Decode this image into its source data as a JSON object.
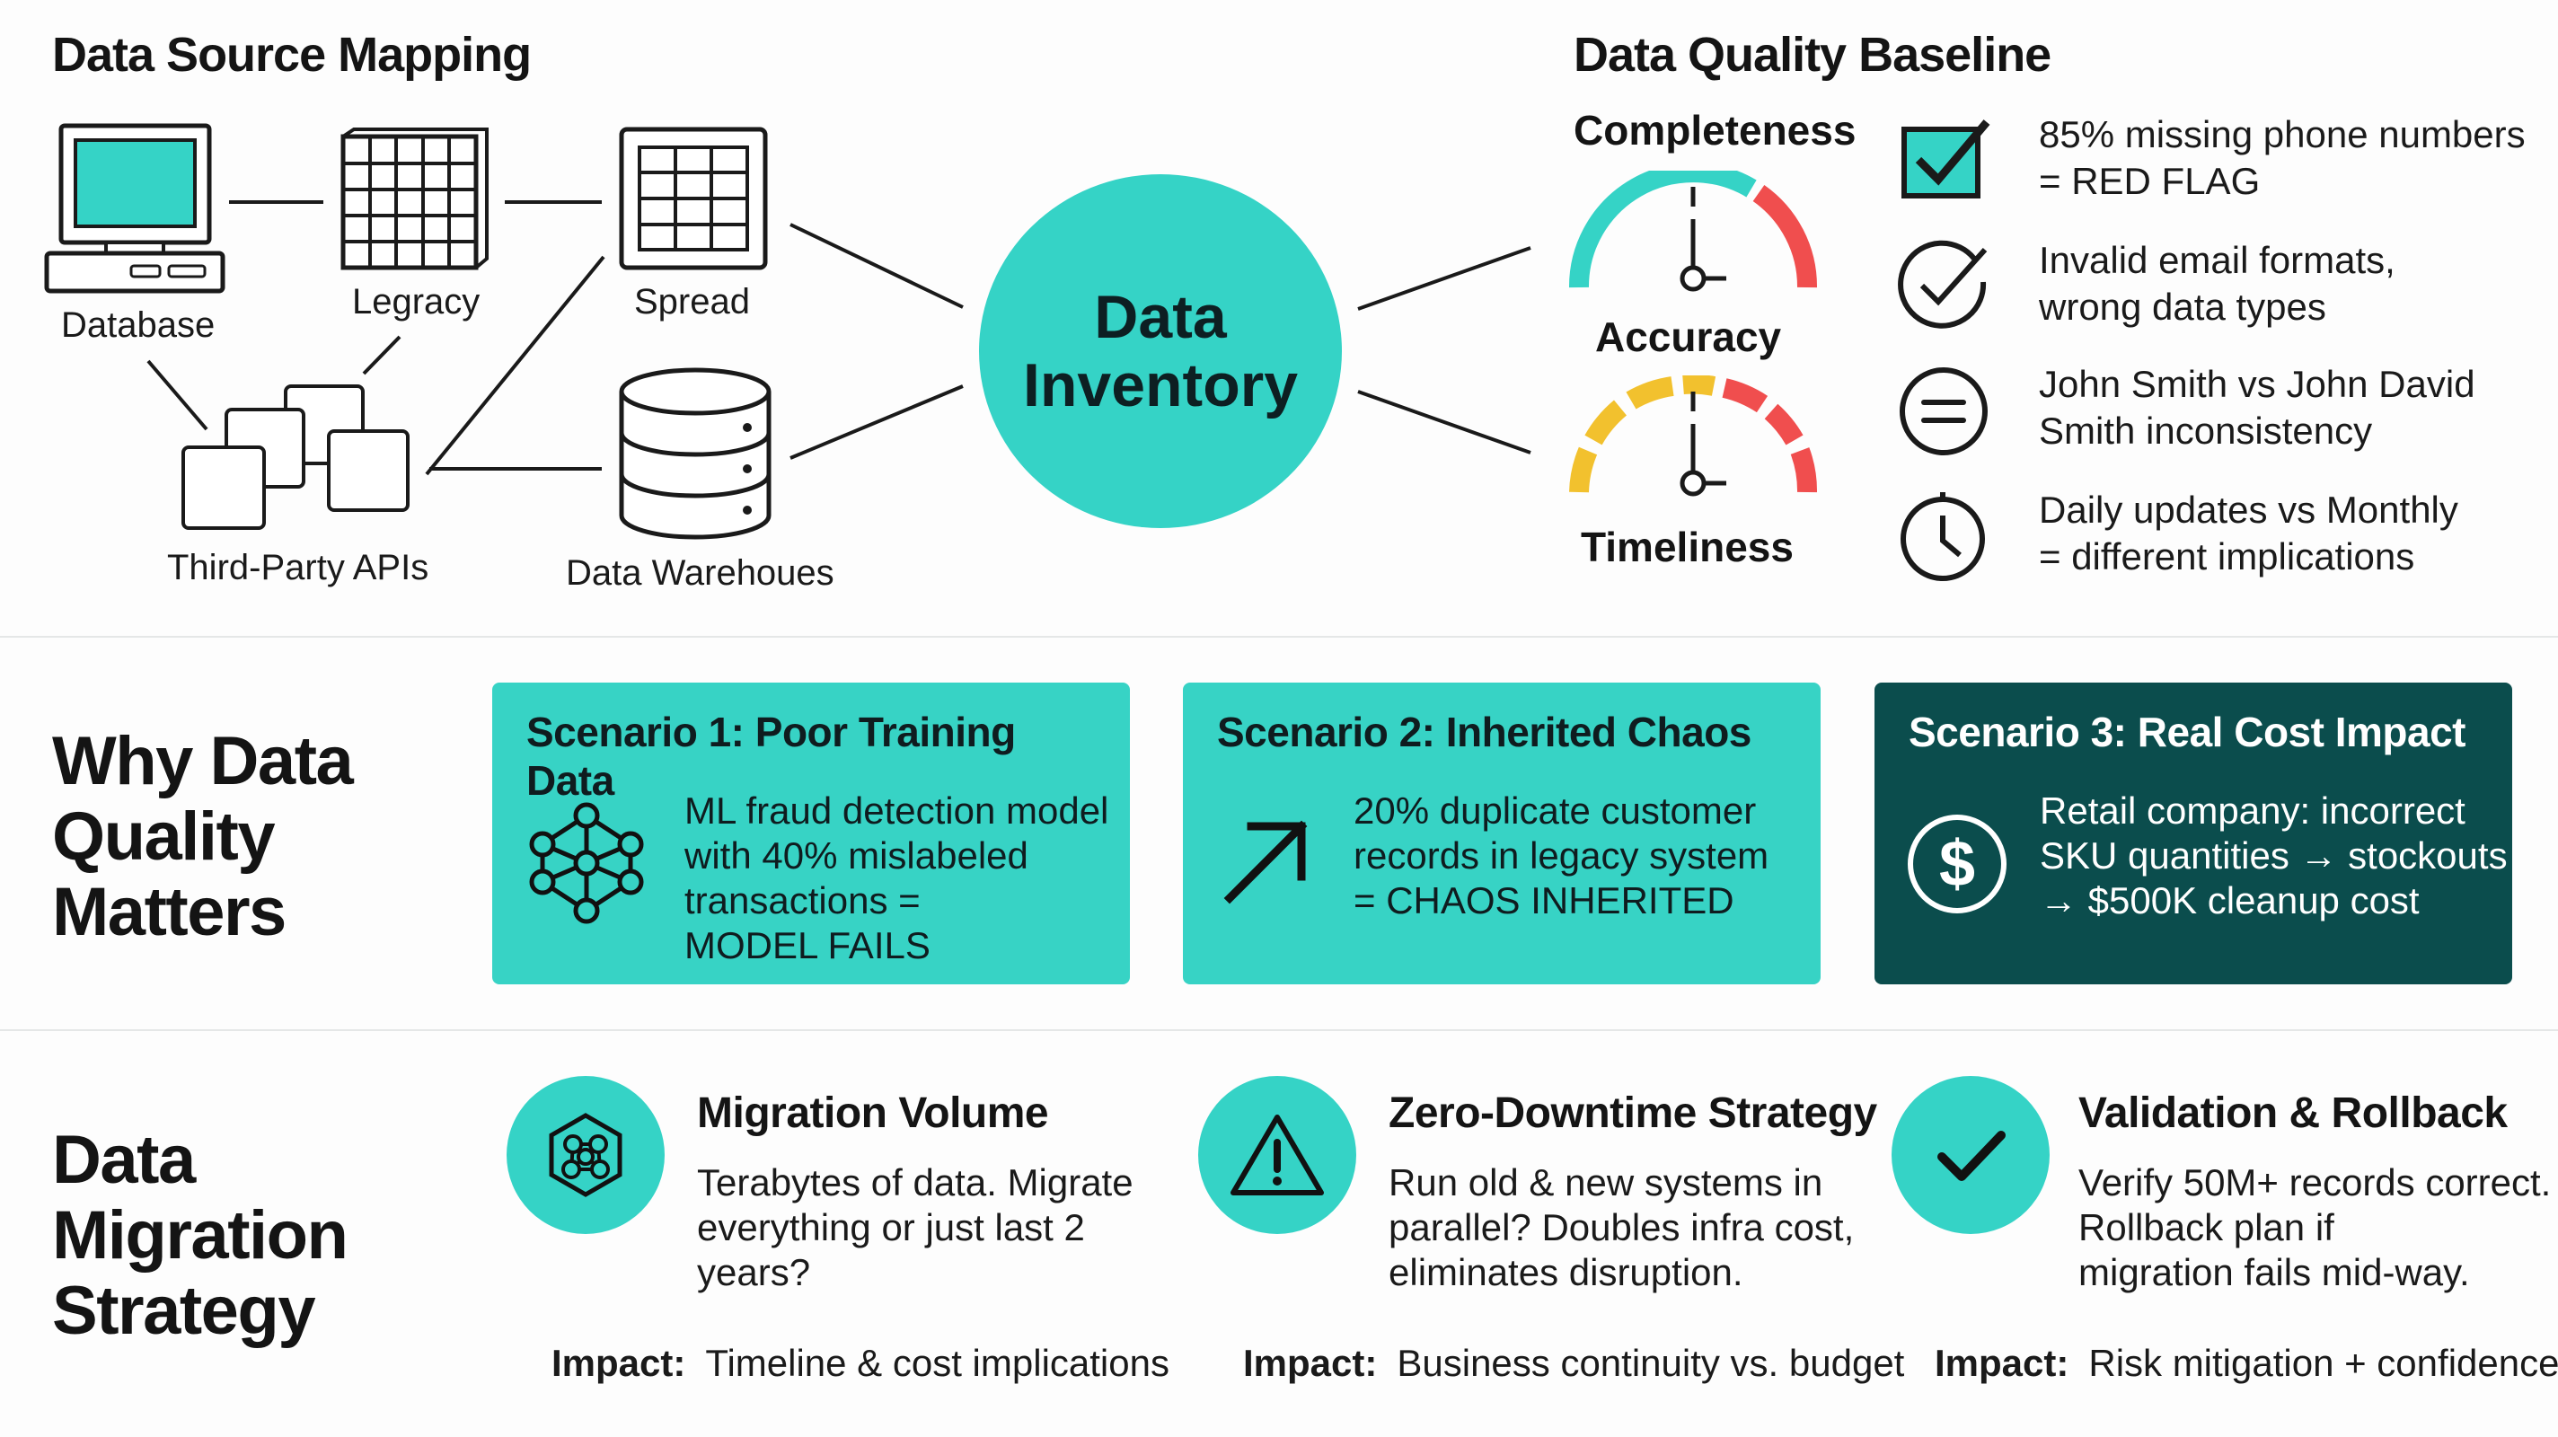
{
  "source_mapping": {
    "title": "Data Source Mapping",
    "nodes": {
      "database": "Database",
      "legacy": "Legracy",
      "spread": "Spread",
      "apis": "Third-Party APIs",
      "warehouse": "Data Warehoues"
    },
    "hub": {
      "line1": "Data",
      "line2": "Inventory"
    }
  },
  "quality_baseline": {
    "title": "Data Quality Baseline",
    "gauges": {
      "completeness": "Completeness",
      "accuracy": "Accuracy",
      "timeliness": "Timeliness"
    },
    "items": [
      {
        "icon": "checkbox-icon",
        "line1": "85% missing phone numbers",
        "line2": "= RED FLAG"
      },
      {
        "icon": "check-circle-icon",
        "line1": "Invalid email formats,",
        "line2": "wrong data types"
      },
      {
        "icon": "equals-circle-icon",
        "line1": "John Smith vs John David",
        "line2": "Smith inconsistency"
      },
      {
        "icon": "clock-icon",
        "line1": "Daily updates vs Monthly",
        "line2": "= different implications"
      }
    ]
  },
  "why_quality": {
    "title": {
      "l1": "Why Data",
      "l2": "Quality",
      "l3": "Matters"
    },
    "scenarios": [
      {
        "title": "Scenario 1: Poor Training Data",
        "icon": "neural-network-icon",
        "lines": [
          "ML fraud detection model",
          "with 40% mislabeled",
          "transactions =",
          "MODEL FAILS"
        ]
      },
      {
        "title": "Scenario 2: Inherited Chaos",
        "icon": "arrow-up-right-icon",
        "lines": [
          "20% duplicate customer",
          "records in legacy system",
          "= CHAOS INHERITED"
        ]
      },
      {
        "title": "Scenario 3: Real Cost Impact",
        "icon": "dollar-circle-icon",
        "lines": [
          "Retail company: incorrect",
          "SKU quantities → stockouts",
          "→ $500K cleanup cost"
        ]
      }
    ]
  },
  "migration": {
    "title": {
      "l1": "Data",
      "l2": "Migration",
      "l3": "Strategy"
    },
    "impact_label": "Impact:",
    "items": [
      {
        "title": "Migration Volume",
        "icon": "hexagon-network-icon",
        "lines": [
          "Terabytes of data. Migrate",
          "everything or just last 2",
          "years?"
        ],
        "impact": "Timeline & cost implications"
      },
      {
        "title": "Zero-Downtime Strategy",
        "icon": "warning-triangle-icon",
        "lines": [
          "Run old & new systems in",
          "parallel? Doubles infra cost,",
          "eliminates disruption."
        ],
        "impact": "Business continuity vs. budget"
      },
      {
        "title": "Validation & Rollback",
        "icon": "checkmark-icon",
        "lines": [
          "Verify 50M+ records correct.",
          "Rollback plan if",
          "migration fails mid-way."
        ],
        "impact": "Risk mitigation + confidence"
      }
    ]
  },
  "colors": {
    "teal": "#35d3c6",
    "dark_teal": "#0b4d4d",
    "red": "#f04e4e",
    "amber": "#f2c12e"
  }
}
